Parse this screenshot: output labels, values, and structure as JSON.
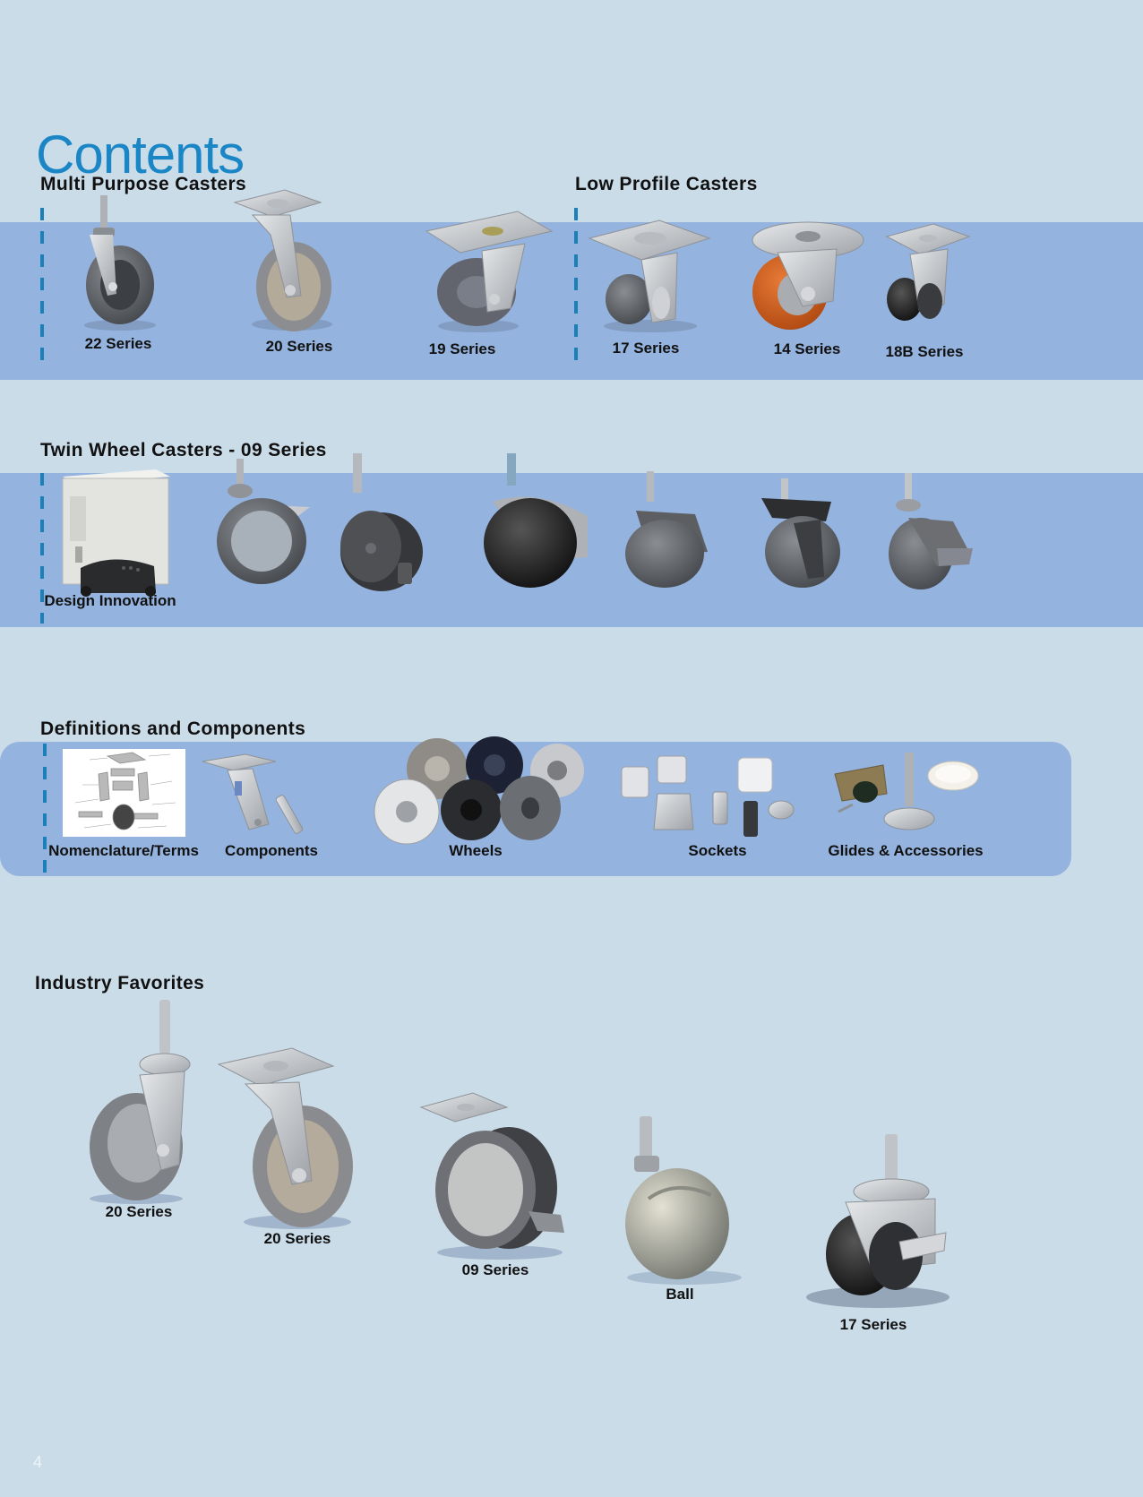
{
  "page_title": "Contents",
  "page_number": "4",
  "colors": {
    "background": "#cbdce9",
    "band": "#94b3de",
    "title": "#1a86c6",
    "divider": "#1b7fb8"
  },
  "sections": {
    "multi_purpose": {
      "heading": "Multi Purpose Casters",
      "items": [
        "22 Series",
        "20 Series",
        "19 Series"
      ]
    },
    "low_profile": {
      "heading": "Low Profile Casters",
      "items": [
        "17 Series",
        "14 Series",
        "18B  Series"
      ]
    },
    "twin_wheel": {
      "heading": "Twin Wheel Casters - 09 Series",
      "items": [
        "Design Innovation"
      ]
    },
    "definitions": {
      "heading": "Definitions and Components",
      "items": [
        "Nomenclature/Terms",
        "Components",
        "Wheels",
        "Sockets",
        "Glides & Accessories"
      ]
    },
    "industry_favorites": {
      "heading": "Industry Favorites",
      "items": [
        "20 Series",
        "20 Series",
        "09 Series",
        "Ball",
        "17 Series"
      ]
    }
  }
}
